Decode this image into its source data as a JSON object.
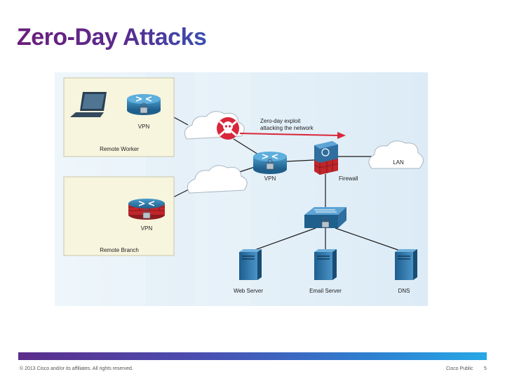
{
  "title": "Zero-Day Attacks",
  "footer": {
    "copyright": "© 2013 Cisco and/or its affiliates. All rights reserved.",
    "confidential": "Cisco Public",
    "page": "5"
  },
  "diagram": {
    "remote_worker": {
      "label": "Remote Worker",
      "router_label": "VPN"
    },
    "remote_branch": {
      "label": "Remote Branch",
      "router_label": "VPN"
    },
    "core_router_label": "VPN",
    "firewall_label": "Firewall",
    "lan_label": "LAN",
    "exploit_label_line1": "Zero-day exploit",
    "exploit_label_line2": "attacking the network",
    "servers": {
      "web": "Web Server",
      "email": "Email Server",
      "dns": "DNS"
    }
  },
  "colors": {
    "router": "#2f7fb0",
    "firewall": "#c0262b",
    "exploit": "#d9263a",
    "panel": "#f7f5dd"
  }
}
